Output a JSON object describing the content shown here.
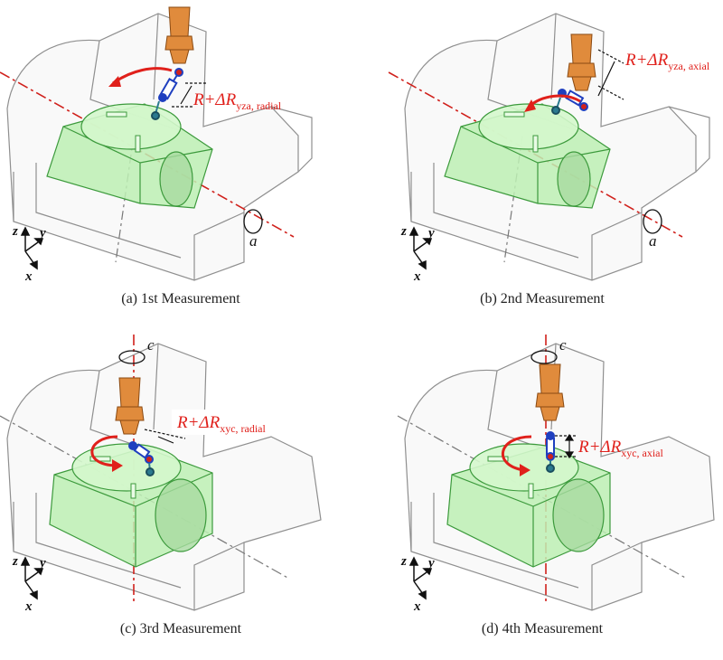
{
  "panels": [
    {
      "caption": "(a) 1st Measurement",
      "rotation_label": "a",
      "eq_main": "R+ΔR",
      "eq_sub": "yza, radial"
    },
    {
      "caption": "(b) 2nd Measurement",
      "rotation_label": "a",
      "eq_main": "R+ΔR",
      "eq_sub": "yza, axial"
    },
    {
      "caption": "(c) 3rd Measurement",
      "rotation_label": "c",
      "eq_main": "R+ΔR",
      "eq_sub": "xyc, radial"
    },
    {
      "caption": "(d) 4th Measurement",
      "rotation_label": "c",
      "eq_main": "R+ΔR",
      "eq_sub": "xyc, axial"
    }
  ],
  "axes": {
    "z": "z",
    "y": "y",
    "x": "x"
  },
  "colors": {
    "table": "#bdf0b4",
    "table_edge": "#3c9a3c",
    "spindle": "#e08b3c",
    "axis_line": "#d0211c",
    "arrow": "#e0201b",
    "housing": "#8f8f8f",
    "probe": "#1f3fbf"
  }
}
